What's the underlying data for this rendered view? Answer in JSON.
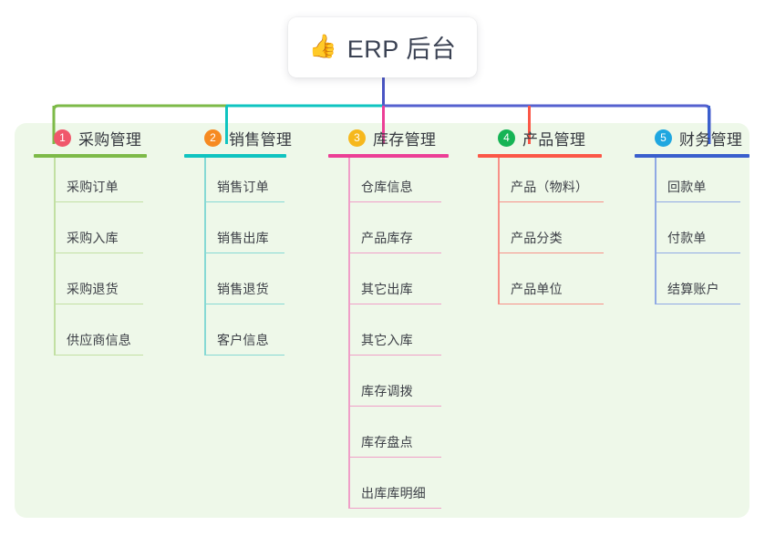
{
  "diagram": {
    "title": "ERP 后台",
    "root": {
      "icon": "thumbs-up-icon",
      "emoji": "👍",
      "label": "ERP 后台"
    },
    "panel_background": "#eef8e9",
    "branches": [
      {
        "number": "1",
        "label": "采购管理",
        "badge_color": "#f0576b",
        "rule_color": "#7dba48",
        "spine_color": "#c2e0a3",
        "item_rule_color": "#c2e0a3",
        "items": [
          {
            "label": "采购订单"
          },
          {
            "label": "采购入库"
          },
          {
            "label": "采购退货"
          },
          {
            "label": "供应商信息"
          }
        ]
      },
      {
        "number": "2",
        "label": "销售管理",
        "badge_color": "#f68a21",
        "rule_color": "#0fc4c0",
        "spine_color": "#86d9d4",
        "item_rule_color": "#86d9d4",
        "items": [
          {
            "label": "销售订单"
          },
          {
            "label": "销售出库"
          },
          {
            "label": "销售退货"
          },
          {
            "label": "客户信息"
          }
        ]
      },
      {
        "number": "3",
        "label": "库存管理",
        "badge_color": "#f6b81d",
        "rule_color": "#ec3f96",
        "spine_color": "#f09fc8",
        "item_rule_color": "#f09fc8",
        "items": [
          {
            "label": "仓库信息"
          },
          {
            "label": "产品库存"
          },
          {
            "label": "其它出库"
          },
          {
            "label": "其它入库"
          },
          {
            "label": "库存调拨"
          },
          {
            "label": "库存盘点"
          },
          {
            "label": "出库库明细"
          }
        ]
      },
      {
        "number": "4",
        "label": "产品管理",
        "badge_color": "#16b455",
        "rule_color": "#fb5747",
        "spine_color": "#f79188",
        "item_rule_color": "#f79188",
        "items": [
          {
            "label": "产品（物料）"
          },
          {
            "label": "产品分类"
          },
          {
            "label": "产品单位"
          }
        ]
      },
      {
        "number": "5",
        "label": "财务管理",
        "badge_color": "#1fa7e0",
        "rule_color": "#3a5fcd",
        "spine_color": "#8fa9e4",
        "item_rule_color": "#8fa9e4",
        "items": [
          {
            "label": "回款单"
          },
          {
            "label": "付款单"
          },
          {
            "label": "结算账户"
          }
        ]
      }
    ],
    "connectors": {
      "stem_color": "#4a55c4",
      "segment_left_color": "#7dba48",
      "segment_mid_color": "#0fc4c0",
      "segment_right_color": "#5561cf",
      "drop_colors": [
        "#7dba48",
        "#0fc4c0",
        "#ec3f96",
        "#fb5747",
        "#3a5fcd"
      ]
    }
  }
}
